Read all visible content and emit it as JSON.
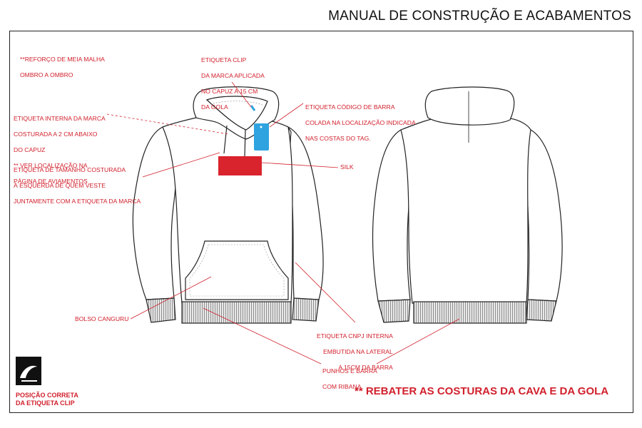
{
  "header": {
    "title": "MANUAL DE CONSTRUÇÃO E ACABAMENTOS"
  },
  "notes": {
    "reforco": [
      "**REFORÇO DE MEIA MALHA",
      "OMBRO A OMBRO"
    ],
    "clip": [
      "ETIQUETA CLIP",
      "DA MARCA APLICADA",
      "NO CAPUZ A 15 CM",
      "DA GOLA"
    ],
    "codigo_barra": [
      "ETIQUETA CÓDIGO DE BARRA",
      "COLADA NA  LOCALIZAÇÃO INDICADA",
      "NAS COSTAS DO TAG."
    ],
    "interna": [
      "ETIQUETA INTERNA DA MARCA",
      "COSTURADA A 2 CM ABAIXO",
      "DO CAPUZ",
      "** VER LOCALIZAÇÃO NA",
      "PÁGINA DE AVIAMENTOS"
    ],
    "tamanho": [
      "ETIQUETA DE TAMANHO COSTURADA",
      "À ESQUERDA DE QUEM VESTE",
      "JUNTAMENTE COM A ETIQUETA DA MARCA"
    ],
    "silk": "SILK",
    "bolso": "BOLSO CANGURU",
    "cnpj": [
      "ETIQUETA CNPJ INTERNA",
      "EMBUTIDA NA LATERAL",
      "A 15CM DA BARRA"
    ],
    "punhos": [
      "PUNHOS E BARRA",
      "COM RIBANA"
    ]
  },
  "footer": {
    "rebater": "** REBATER AS COSTURAS DA CAVA E DA GOLA",
    "clip_position": [
      "POSIÇÃO CORRETA",
      "DA ETIQUETA CLIP"
    ]
  },
  "colors": {
    "annotation": "#d1202c",
    "silk": "#d9232d",
    "tag": "#2ea3e0",
    "outline": "#222222"
  },
  "icons": {
    "logo": "brand-logo-icon"
  }
}
